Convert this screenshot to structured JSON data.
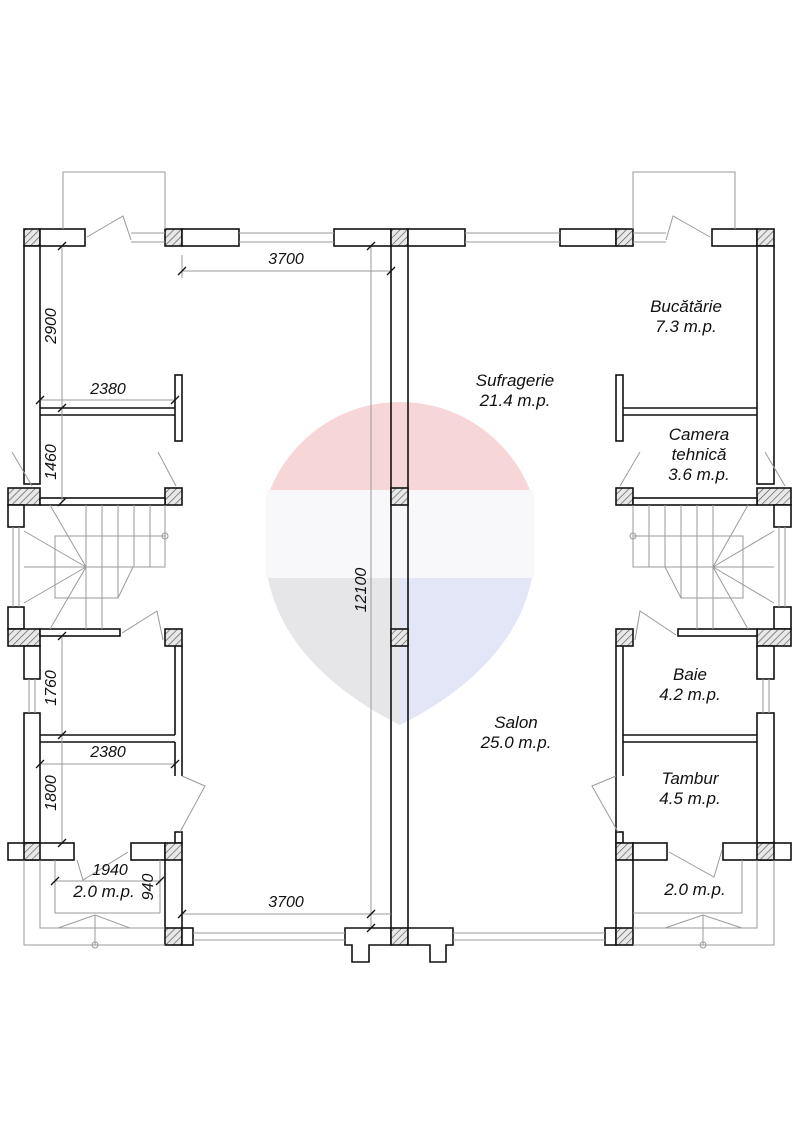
{
  "plan": {
    "rooms": [
      {
        "name": "Bucătărie",
        "area": "7.3 m.p."
      },
      {
        "name": "Sufragerie",
        "area": "21.4 m.p."
      },
      {
        "name": "Camera",
        "name2": "tehnică",
        "area": "3.6 m.p."
      },
      {
        "name": "Baie",
        "area": "4.2 m.p."
      },
      {
        "name": "Salon",
        "area": "25.0 m.p."
      },
      {
        "name": "Tambur",
        "area": "4.5 m.p."
      },
      {
        "name": "",
        "area": "2.0 m.p."
      },
      {
        "name": "",
        "area": "2.0 m.p."
      }
    ],
    "dimensions": {
      "top_width": "3700",
      "bottom_width": "3700",
      "total_length": "12100",
      "left_top_height": "2900",
      "left_upper_width": "2380",
      "left_stair_gap": "1460",
      "left_lower_gap": "1760",
      "left_lower_width": "2380",
      "left_entry_height": "1800",
      "porch_width": "1940",
      "porch_depth": "940"
    },
    "colors": {
      "wall": "#111111",
      "hatch": "#555555",
      "thin_line": "#9a9a9a",
      "watermark_red": "#f4c9cc",
      "watermark_blue": "#c9d3f2",
      "watermark_gray": "#d9d9df"
    }
  }
}
